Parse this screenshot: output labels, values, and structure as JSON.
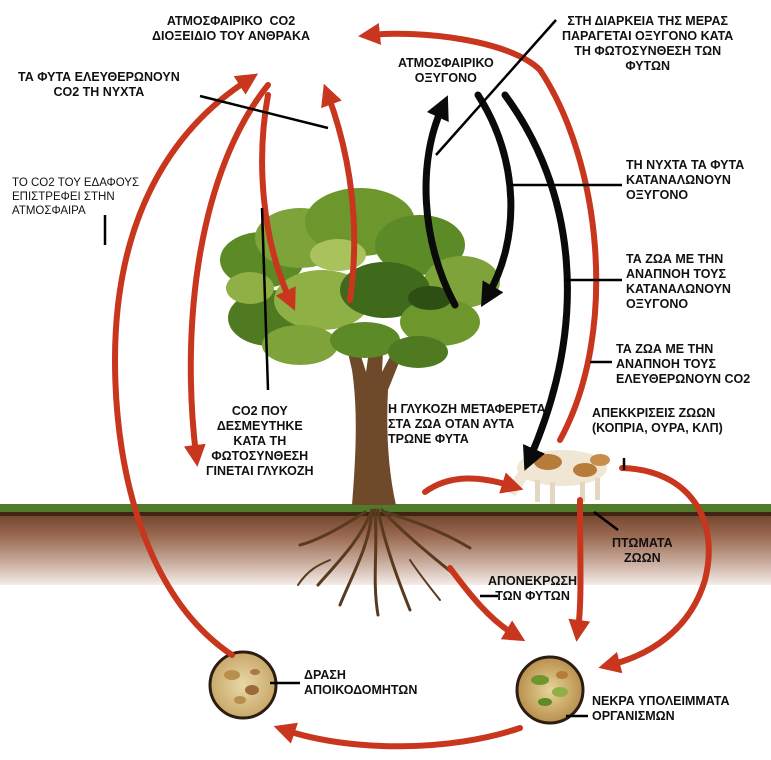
{
  "labels": {
    "atm_co2": "ΑΤΜΟΣΦΑΙΡΙΚΟ  CO2\nΔΙΟΞΕΙΔΙΟ ΤΟΥ ΑΝΘΡΑΚΑ",
    "plants_release_co2": "ΤΑ ΦΥΤΑ ΕΛΕΥΘΕΡΩΝΟΥΝ\nCO2 ΤΗ ΝΥΧΤΑ",
    "soil_co2": "ΤΟ CO2 ΤΟΥ ΕΔΑΦΟΥΣ\nΕΠΙΣΤΡΕΦΕΙ ΣΤΗΝ\nΑΤΜΟΣΦΑΙΡΑ",
    "atm_oxygen": "ΑΤΜΟΣΦΑΙΡΙΚΟ\nΟΞΥΓΟΝΟ",
    "daytime_oxygen": "ΣΤΗ ΔΙΑΡΚΕΙΑ ΤΗΣ ΜΕΡΑΣ\nΠΑΡΑΓΕΤΑΙ ΟΞΥΓΟΝΟ ΚΑΤΑ\nΤΗ ΦΩΤΟΣΥΝΘΕΣΗ ΤΩΝ\nΦΥΤΩΝ",
    "night_plants_oxygen": "ΤΗ ΝΥΧΤΑ ΤΑ ΦΥΤΑ\nΚΑΤΑΝΑΛΩΝΟΥΝ\nΟΞΥΓΟΝΟ",
    "animals_consume_oxygen": "ΤΑ ΖΩΑ ΜΕ ΤΗΝ\nΑΝΑΠΝΟΗ ΤΟΥΣ\nΚΑΤΑΝΑΛΩΝΟΥΝ\nΟΞΥΓΟΝΟ",
    "animals_release_co2": "ΤΑ ΖΩΑ ΜΕ ΤΗΝ\nΑΝΑΠΝΟΗ ΤΟΥΣ\nΕΛΕΥΘΕΡΩΝΟΥΝ CO2",
    "glucose_transfer": "Η ΓΛΥΚΟΖΗ ΜΕΤΑΦΕΡΕΤΑΙ\nΣΤΑ ΖΩΑ ΟΤΑΝ ΑΥΤΑ\nΤΡΩΝΕ ΦΥΤΑ",
    "co2_to_glucose": "CO2 ΠΟΥ\nΔΕΣΜΕΥΤΗΚΕ\nΚΑΤΑ ΤΗ\nΦΩΤΟΣΥΝΘΕΣΗ\nΓΙΝΕΤΑΙ ΓΛΥΚΟΖΗ",
    "animal_excretions": "ΑΠΕΚΚΡΙΣΕΙΣ ΖΩΩΝ\n(ΚΟΠΡΙΑ, ΟΥΡΑ, ΚΛΠ)",
    "animal_carcasses": "ΠΤΩΜΑΤΑ\nΖΩΩΝ",
    "plant_decay": "ΑΠΟΝΕΚΡΩΣΗ\nΤΩΝ ΦΥΤΩΝ",
    "decomposers": "ΔΡΑΣΗ\nΑΠΟΙΚΟΔΟΜΗΤΩΝ",
    "dead_remains": "ΝΕΚΡΑ ΥΠΟΛΕΙΜΜΑΤΑ\nΟΡΓΑΝΙΣΜΩΝ"
  },
  "colors": {
    "co2_arrow": "#c8361e",
    "oxygen_arrow": "#0a0a0a",
    "grass": "#4e7a2a",
    "soil_top": "#7a4a2c",
    "soil_bottom": "#e9dcd4",
    "foliage": "#5c8a26",
    "trunk": "#6e4a2b"
  }
}
